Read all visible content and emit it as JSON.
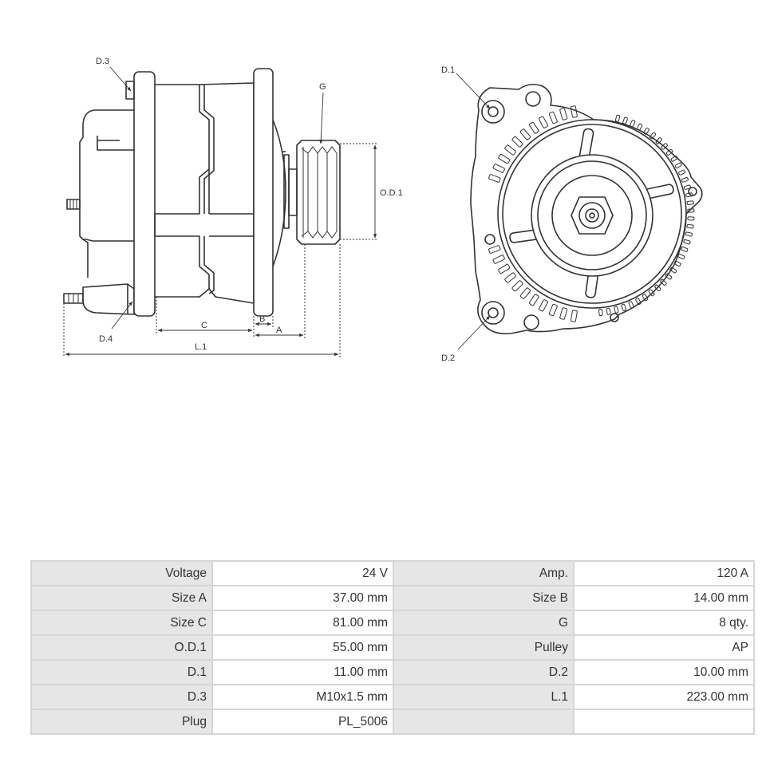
{
  "diagram": {
    "labels": {
      "d1": "D.1",
      "d2": "D.2",
      "d3": "D.3",
      "d4": "D.4",
      "g": "G",
      "od1": "O.D.1",
      "a": "A",
      "b": "B",
      "c": "C",
      "l1": "L.1"
    }
  },
  "specs": {
    "rows": [
      [
        {
          "label": "Voltage",
          "value": "24 V"
        },
        {
          "label": "Amp.",
          "value": "120 A"
        }
      ],
      [
        {
          "label": "Size A",
          "value": "37.00 mm"
        },
        {
          "label": "Size B",
          "value": "14.00 mm"
        }
      ],
      [
        {
          "label": "Size C",
          "value": "81.00 mm"
        },
        {
          "label": "G",
          "value": "8 qty."
        }
      ],
      [
        {
          "label": "O.D.1",
          "value": "55.00 mm"
        },
        {
          "label": "Pulley",
          "value": "AP"
        }
      ],
      [
        {
          "label": "D.1",
          "value": "11.00 mm"
        },
        {
          "label": "D.2",
          "value": "10.00 mm"
        }
      ],
      [
        {
          "label": "D.3",
          "value": "M10x1.5 mm"
        },
        {
          "label": "L.1",
          "value": "223.00 mm"
        }
      ],
      [
        {
          "label": "Plug",
          "value": "PL_5006"
        },
        {
          "label": "",
          "value": ""
        }
      ]
    ]
  }
}
